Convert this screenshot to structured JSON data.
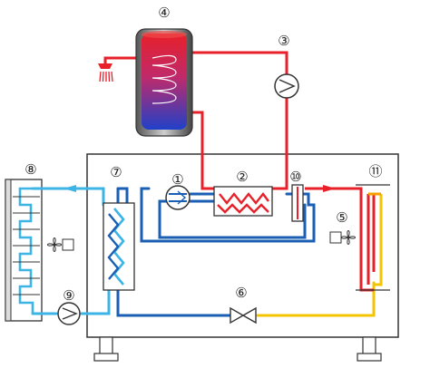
{
  "diagram": {
    "labels": {
      "l1": "①",
      "l2": "②",
      "l3": "③",
      "l4": "④",
      "l5": "⑤",
      "l6": "⑥",
      "l7": "⑦",
      "l8": "⑧",
      "l9": "⑨",
      "l10": "⑩",
      "l11": "⑪"
    },
    "colors": {
      "hot_water": "#e8202a",
      "refrigerant_hot": "#e8202a",
      "refrigerant_warm": "#f5c400",
      "refrigerant_liquid": "#1a5fb4",
      "brine": "#3cb4e6",
      "housing": "#333333",
      "tank_top": "#e8202a",
      "tank_bottom": "#2040c8"
    },
    "icons": {
      "tank": "storage-tank-icon",
      "shower": "shower-head-icon",
      "pump": "circulation-pump-icon",
      "compressor": "compressor-icon",
      "heat_exchanger": "plate-heat-exchanger-icon",
      "expansion_valve": "expansion-valve-icon",
      "fan": "fan-icon",
      "coil": "air-coil-icon"
    }
  }
}
